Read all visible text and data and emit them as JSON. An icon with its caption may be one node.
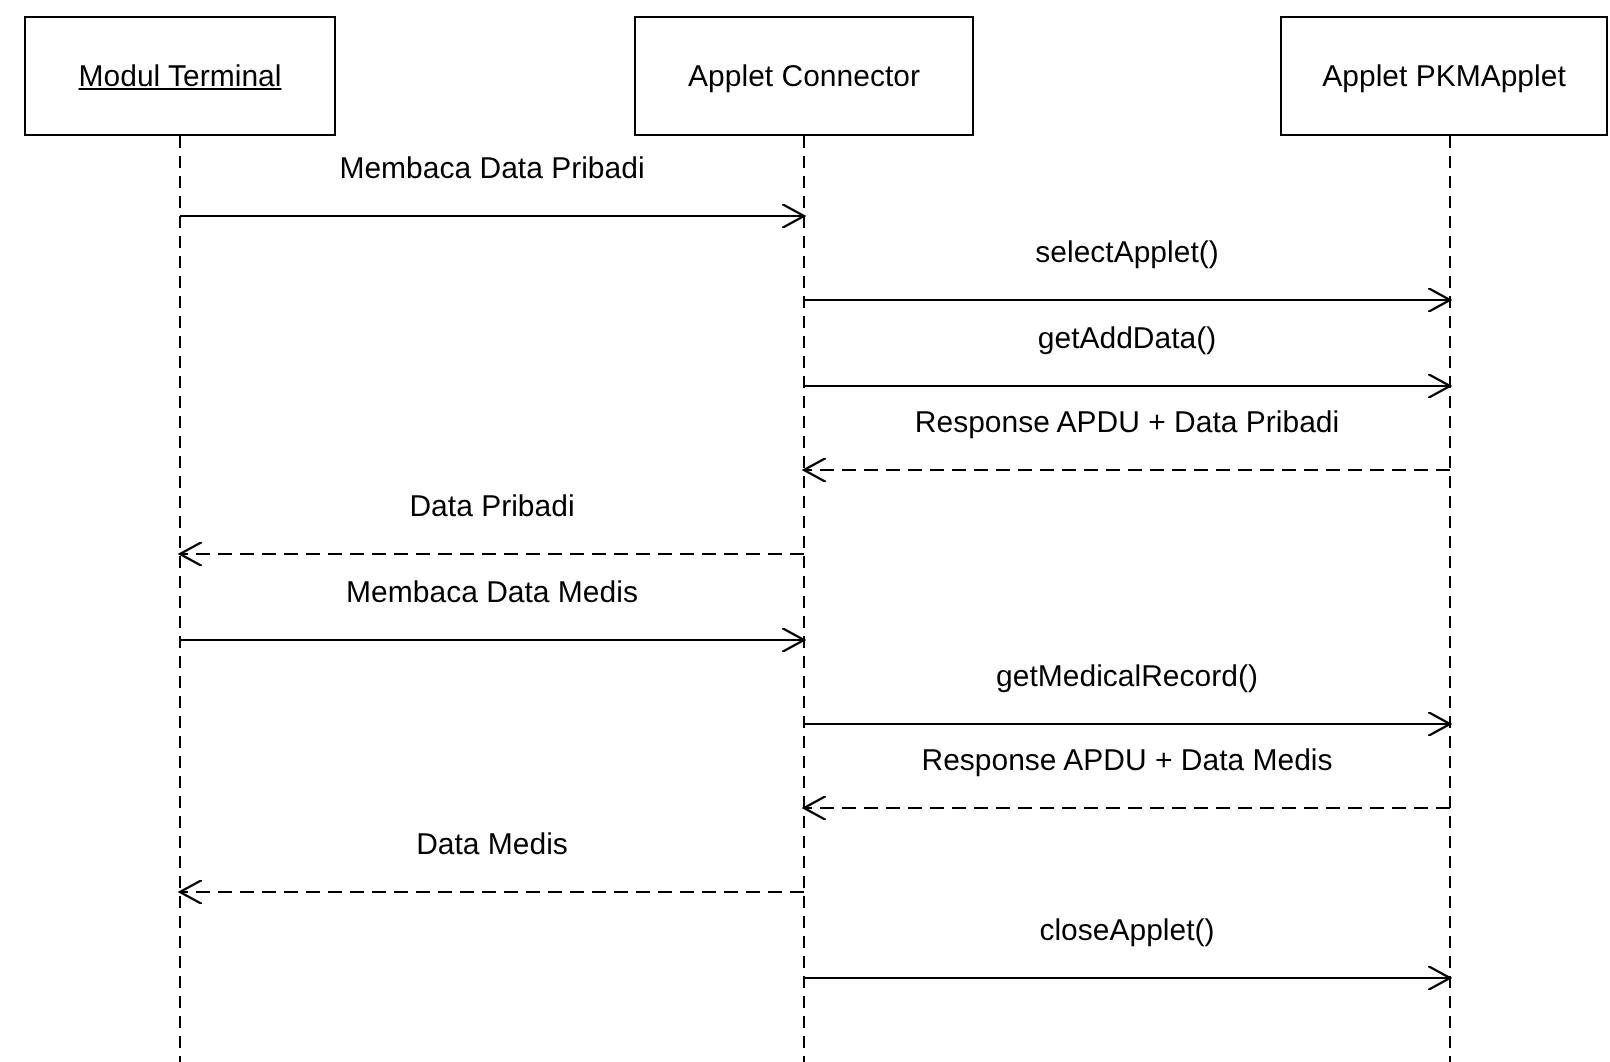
{
  "diagram": {
    "nodes": [
      {
        "text": [
          "Modul Terminal"
        ]
      },
      {
        "text": [
          "Applet Connector"
        ]
      },
      {
        "text": [
          "Applet PKMApplet"
        ]
      }
    ],
    "edges": [
      {
        "from": 0,
        "to": 1,
        "arrow": "to",
        "label": "Membaca Data Pribadi"
      },
      {
        "from": 1,
        "to": 2,
        "arrow": "to",
        "label": "selectApplet()"
      },
      {
        "from": 1,
        "to": 2,
        "arrow": "to",
        "label": "getAddData()"
      },
      {
        "from": 2,
        "to": 1,
        "arrow": "to",
        "label": "Response APDU + Data Pribadi",
        "style": "dashed"
      },
      {
        "from": 1,
        "to": 0,
        "arrow": "to",
        "label": "Data Pribadi",
        "style": "dashed"
      },
      {
        "from": 0,
        "to": 1,
        "arrow": "to",
        "label": "Membaca Data Medis"
      },
      {
        "from": 1,
        "to": 2,
        "arrow": "to",
        "label": "getMedicalRecord()"
      },
      {
        "from": 2,
        "to": 1,
        "arrow": "to",
        "label": "Response APDU + Data Medis",
        "style": "dashed"
      },
      {
        "from": 1,
        "to": 0,
        "arrow": "to",
        "label": "Data Medis",
        "style": "dashed"
      },
      {
        "from": 1,
        "to": 2,
        "arrow": "to",
        "label": "closeApplet()"
      }
    ]
  }
}
